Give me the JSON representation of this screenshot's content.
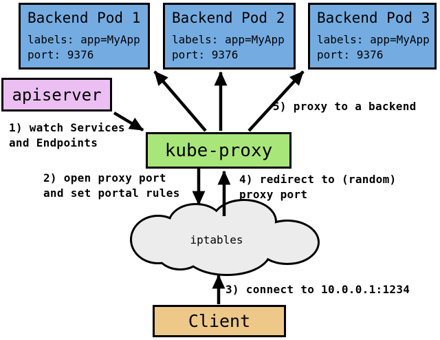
{
  "colors": {
    "pod_fill": "#74ace2",
    "apiserver_fill": "#ecbff2",
    "kube_proxy_fill": "#a9e67a",
    "client_fill": "#edc888",
    "cloud_fill": "#ececec",
    "line": "#000000"
  },
  "pods": [
    {
      "title": "Backend Pod 1",
      "labels_line": "labels: app=MyApp",
      "port_line": "port: 9376"
    },
    {
      "title": "Backend Pod 2",
      "labels_line": "labels: app=MyApp",
      "port_line": "port: 9376"
    },
    {
      "title": "Backend Pod 3",
      "labels_line": "labels: app=MyApp",
      "port_line": "port: 9376"
    }
  ],
  "nodes": {
    "apiserver": "apiserver",
    "kube_proxy": "kube-proxy",
    "iptables": "iptables",
    "client": "Client"
  },
  "steps": [
    {
      "line1": "1) watch Services",
      "line2": "and Endpoints"
    },
    {
      "line1": "2) open proxy port",
      "line2": "and set portal rules"
    },
    {
      "line1": "3) connect to 10.0.0.1:1234",
      "line2": ""
    },
    {
      "line1": "4) redirect to (random)",
      "line2": "proxy port"
    },
    {
      "line1": "5) proxy to a backend",
      "line2": ""
    }
  ]
}
